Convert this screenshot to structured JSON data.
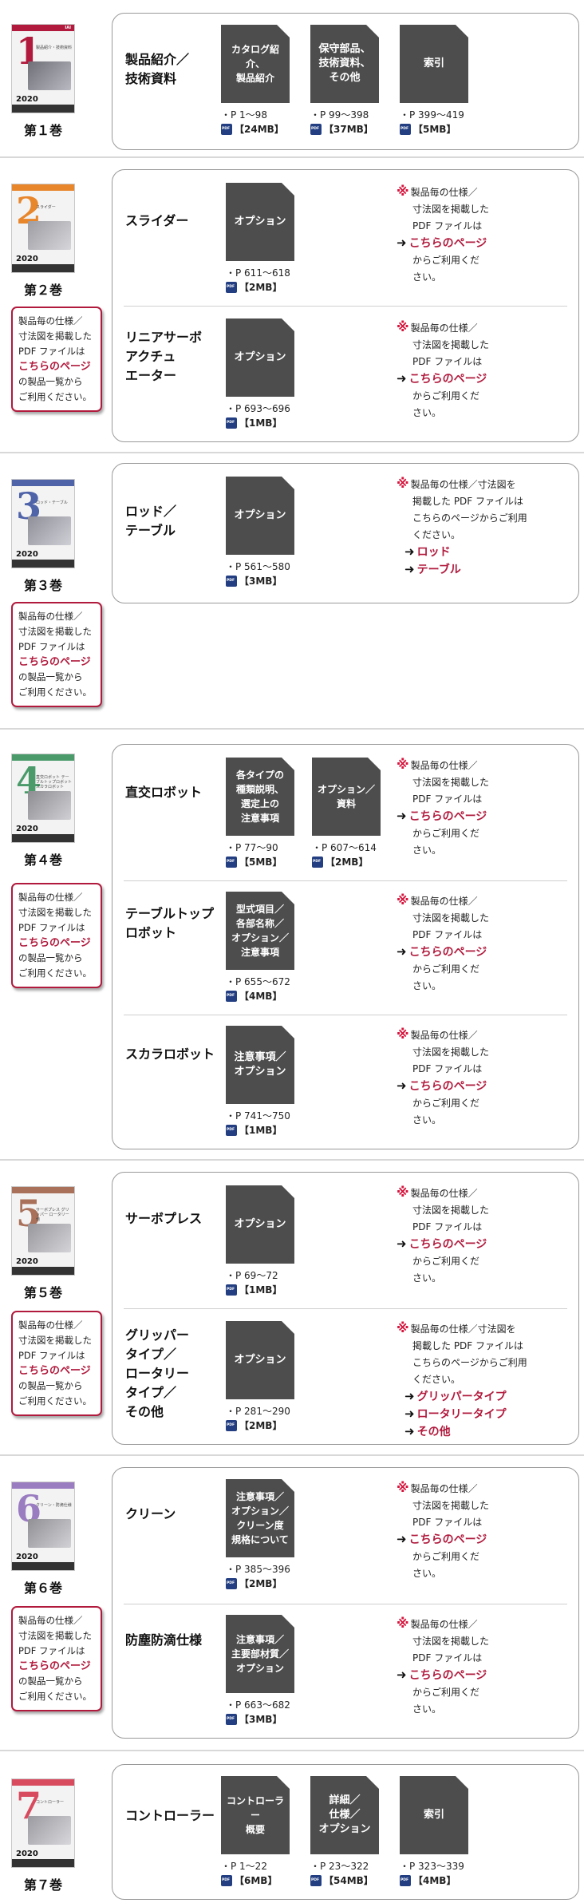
{
  "volumes": [
    {
      "label": "第１巻",
      "cover": {
        "num": "1",
        "title": "製品紹介・技術資料",
        "year": "2020",
        "color": "#b11a3d",
        "img": "#8e8e96"
      },
      "rows": [
        {
          "title": "製品紹介／\n技術資料",
          "docs": [
            {
              "label": "カタログ紹介、\n製品紹介",
              "pages": "・P 1～98",
              "size": "【24MB】"
            },
            {
              "label": "保守部品、\n技術資料、\nその他",
              "pages": "・P 99～398",
              "size": "【37MB】"
            },
            {
              "label": "索引",
              "pages": "・P 399～419",
              "size": "【5MB】"
            }
          ]
        }
      ]
    },
    {
      "label": "第２巻",
      "cover": {
        "num": "2",
        "title": "スライダー",
        "year": "2020",
        "color": "#e8862c",
        "img": "#b6b6bb"
      },
      "note": {
        "l1": "製品毎の仕様／",
        "l2": "寸法図を掲載した",
        "l3": "PDF ファイルは",
        "link": "こちらのページ",
        "l4": "の製品一覧から",
        "l5": "ご利用ください。"
      },
      "rows": [
        {
          "title": "スライダー",
          "docs": [
            {
              "label": "オプション",
              "pages": "・P 611～618",
              "size": "【2MB】"
            }
          ],
          "link": {
            "l1": "製品毎の仕様／",
            "l2": "寸法図を掲載した",
            "l3": "PDF ファイルは",
            "link": "こちらのページ",
            "l4": "からご利用くだ",
            "l5": "さい。"
          }
        },
        {
          "title": "リニアサーボ\nアクチュ\nエーター",
          "docs": [
            {
              "label": "オプション",
              "pages": "・P 693～696",
              "size": "【1MB】"
            }
          ],
          "link": {
            "l1": "製品毎の仕様／",
            "l2": "寸法図を掲載した",
            "l3": "PDF ファイルは",
            "link": "こちらのページ",
            "l4": "からご利用くだ",
            "l5": "さい。"
          }
        }
      ]
    },
    {
      "label": "第３巻",
      "cover": {
        "num": "3",
        "title": "ロッド・テーブル",
        "year": "2020",
        "color": "#4f63a9",
        "img": "#a8a8b0"
      },
      "note": {
        "l1": "製品毎の仕様／",
        "l2": "寸法図を掲載した",
        "l3": "PDF ファイルは",
        "link": "こちらのページ",
        "l4": "の製品一覧から",
        "l5": "ご利用ください。"
      },
      "rows": [
        {
          "title": "ロッド／\nテーブル",
          "docs": [
            {
              "label": "オプション",
              "pages": "・P 561～580",
              "size": "【3MB】"
            }
          ],
          "multi": {
            "l1": "製品毎の仕様／寸法図を",
            "l2": "掲載した PDF ファイルは",
            "l3": "こちらのページからご利用",
            "l4": "ください。",
            "links": [
              "ロッド",
              "テーブル"
            ]
          }
        }
      ]
    },
    {
      "label": "第４巻",
      "cover": {
        "num": "4",
        "title": "直交ロボット テーブルトップロボット スカラロボット",
        "year": "2020",
        "color": "#4a9a6a",
        "img": "#a6a6aa"
      },
      "note": {
        "l1": "製品毎の仕様／",
        "l2": "寸法図を掲載した",
        "l3": "PDF ファイルは",
        "link": "こちらのページ",
        "l4": "の製品一覧から",
        "l5": "ご利用ください。"
      },
      "rows": [
        {
          "title": "直交ロボット",
          "docs": [
            {
              "label": "各タイプの\n種類説明、\n選定上の\n注意事項",
              "pages": "・P 77～90",
              "size": "【5MB】"
            },
            {
              "label": "オプション／\n資料",
              "pages": "・P 607～614",
              "size": "【2MB】"
            }
          ],
          "link": {
            "l1": "製品毎の仕様／",
            "l2": "寸法図を掲載した",
            "l3": "PDF ファイルは",
            "link": "こちらのページ",
            "l4": "からご利用くだ",
            "l5": "さい。"
          }
        },
        {
          "title": "テーブルトップ\nロボット",
          "docs": [
            {
              "label": "型式項目／\n各部名称／\nオプション／\n注意事項",
              "pages": "・P 655～672",
              "size": "【4MB】"
            }
          ],
          "link": {
            "l1": "製品毎の仕様／",
            "l2": "寸法図を掲載した",
            "l3": "PDF ファイルは",
            "link": "こちらのページ",
            "l4": "からご利用くだ",
            "l5": "さい。"
          }
        },
        {
          "title": "スカラロボット",
          "docs": [
            {
              "label": "注意事項／\nオプション",
              "pages": "・P 741～750",
              "size": "【1MB】"
            }
          ],
          "link": {
            "l1": "製品毎の仕様／",
            "l2": "寸法図を掲載した",
            "l3": "PDF ファイルは",
            "link": "こちらのページ",
            "l4": "からご利用くだ",
            "l5": "さい。"
          }
        }
      ]
    },
    {
      "label": "第５巻",
      "cover": {
        "num": "5",
        "title": "サーボプレス グリッパー ロータリー 他",
        "year": "2020",
        "color": "#a9705a",
        "img": "#b0b0b4"
      },
      "note": {
        "l1": "製品毎の仕様／",
        "l2": "寸法図を掲載した",
        "l3": "PDF ファイルは",
        "link": "こちらのページ",
        "l4": "の製品一覧から",
        "l5": "ご利用ください。"
      },
      "rows": [
        {
          "title": "サーボプレス",
          "docs": [
            {
              "label": "オプション",
              "pages": "・P 69～72",
              "size": "【1MB】"
            }
          ],
          "link": {
            "l1": "製品毎の仕様／",
            "l2": "寸法図を掲載した",
            "l3": "PDF ファイルは",
            "link": "こちらのページ",
            "l4": "からご利用くだ",
            "l5": "さい。"
          }
        },
        {
          "title": "グリッパー\nタイプ／\nロータリー\nタイプ／\nその他",
          "docs": [
            {
              "label": "オプション",
              "pages": "・P 281～290",
              "size": "【2MB】"
            }
          ],
          "multi": {
            "l1": "製品毎の仕様／寸法図を",
            "l2": "掲載した PDF ファイルは",
            "l3": "こちらのページからご利用",
            "l4": "ください。",
            "links": [
              "グリッパータイプ",
              "ロータリータイプ",
              "その他"
            ]
          }
        }
      ]
    },
    {
      "label": "第６巻",
      "cover": {
        "num": "6",
        "title": "クリーン・防滴仕様",
        "year": "2020",
        "color": "#9a7cc0",
        "img": "#a9a9ad"
      },
      "note": {
        "l1": "製品毎の仕様／",
        "l2": "寸法図を掲載した",
        "l3": "PDF ファイルは",
        "link": "こちらのページ",
        "l4": "の製品一覧から",
        "l5": "ご利用ください。"
      },
      "rows": [
        {
          "title": "クリーン",
          "docs": [
            {
              "label": "注意事項／\nオプション／\nクリーン度\n規格について",
              "pages": "・P 385～396",
              "size": "【2MB】"
            }
          ],
          "link": {
            "l1": "製品毎の仕様／",
            "l2": "寸法図を掲載した",
            "l3": "PDF ファイルは",
            "link": "こちらのページ",
            "l4": "からご利用くだ",
            "l5": "さい。"
          }
        },
        {
          "title": "防塵防滴仕様",
          "docs": [
            {
              "label": "注意事項／\n主要部材質／\nオプション",
              "pages": "・P 663～682",
              "size": "【3MB】"
            }
          ],
          "link": {
            "l1": "製品毎の仕様／",
            "l2": "寸法図を掲載した",
            "l3": "PDF ファイルは",
            "link": "こちらのページ",
            "l4": "からご利用くだ",
            "l5": "さい。"
          }
        }
      ]
    },
    {
      "label": "第７巻",
      "cover": {
        "num": "7",
        "title": "コントローラー",
        "year": "2020",
        "color": "#d84b5e",
        "img": "#b4b4b8"
      },
      "rows": [
        {
          "title": "コントローラー",
          "docs": [
            {
              "label": "コントローラー\n概要",
              "pages": "・P 1～22",
              "size": "【6MB】"
            },
            {
              "label": "詳細／\n仕様／\nオプション",
              "pages": "・P 23～322",
              "size": "【54MB】"
            },
            {
              "label": "索引",
              "pages": "・P 323～339",
              "size": "【4MB】"
            }
          ]
        }
      ]
    }
  ]
}
